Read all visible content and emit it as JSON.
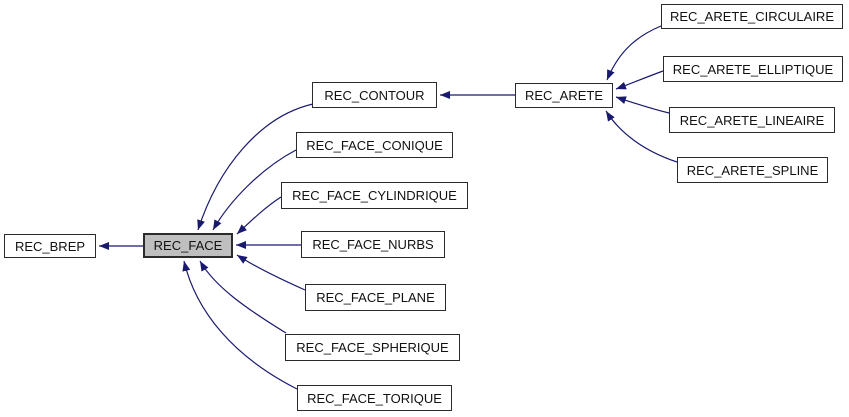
{
  "diagram": {
    "type": "inheritance-graph",
    "selected_node": "REC_FACE"
  },
  "colors": {
    "background": "#ffffff",
    "edge_color": "#191970",
    "node_border": "#2b2b2b",
    "node_fill": "#ffffff",
    "node_selected_fill": "#bfbfbf",
    "text_color": "#111111"
  },
  "nodes": [
    {
      "id": "REC_BREP",
      "label": "REC_BREP",
      "selected": false
    },
    {
      "id": "REC_FACE",
      "label": "REC_FACE",
      "selected": true
    },
    {
      "id": "REC_CONTOUR",
      "label": "REC_CONTOUR",
      "selected": false
    },
    {
      "id": "REC_FACE_CONIQUE",
      "label": "REC_FACE_CONIQUE",
      "selected": false
    },
    {
      "id": "REC_FACE_CYLINDRIQUE",
      "label": "REC_FACE_CYLINDRIQUE",
      "selected": false
    },
    {
      "id": "REC_FACE_NURBS",
      "label": "REC_FACE_NURBS",
      "selected": false
    },
    {
      "id": "REC_FACE_PLANE",
      "label": "REC_FACE_PLANE",
      "selected": false
    },
    {
      "id": "REC_FACE_SPHERIQUE",
      "label": "REC_FACE_SPHERIQUE",
      "selected": false
    },
    {
      "id": "REC_FACE_TORIQUE",
      "label": "REC_FACE_TORIQUE",
      "selected": false
    },
    {
      "id": "REC_ARETE",
      "label": "REC_ARETE",
      "selected": false
    },
    {
      "id": "REC_ARETE_CIRCULAIRE",
      "label": "REC_ARETE_CIRCULAIRE",
      "selected": false
    },
    {
      "id": "REC_ARETE_ELLIPTIQUE",
      "label": "REC_ARETE_ELLIPTIQUE",
      "selected": false
    },
    {
      "id": "REC_ARETE_LINEAIRE",
      "label": "REC_ARETE_LINEAIRE",
      "selected": false
    },
    {
      "id": "REC_ARETE_SPLINE",
      "label": "REC_ARETE_SPLINE",
      "selected": false
    }
  ],
  "edges": [
    {
      "from": "REC_FACE",
      "to": "REC_BREP"
    },
    {
      "from": "REC_CONTOUR",
      "to": "REC_FACE"
    },
    {
      "from": "REC_FACE_CONIQUE",
      "to": "REC_FACE"
    },
    {
      "from": "REC_FACE_CYLINDRIQUE",
      "to": "REC_FACE"
    },
    {
      "from": "REC_FACE_NURBS",
      "to": "REC_FACE"
    },
    {
      "from": "REC_FACE_PLANE",
      "to": "REC_FACE"
    },
    {
      "from": "REC_FACE_SPHERIQUE",
      "to": "REC_FACE"
    },
    {
      "from": "REC_FACE_TORIQUE",
      "to": "REC_FACE"
    },
    {
      "from": "REC_ARETE",
      "to": "REC_CONTOUR"
    },
    {
      "from": "REC_ARETE_CIRCULAIRE",
      "to": "REC_ARETE"
    },
    {
      "from": "REC_ARETE_ELLIPTIQUE",
      "to": "REC_ARETE"
    },
    {
      "from": "REC_ARETE_LINEAIRE",
      "to": "REC_ARETE"
    },
    {
      "from": "REC_ARETE_SPLINE",
      "to": "REC_ARETE"
    }
  ]
}
